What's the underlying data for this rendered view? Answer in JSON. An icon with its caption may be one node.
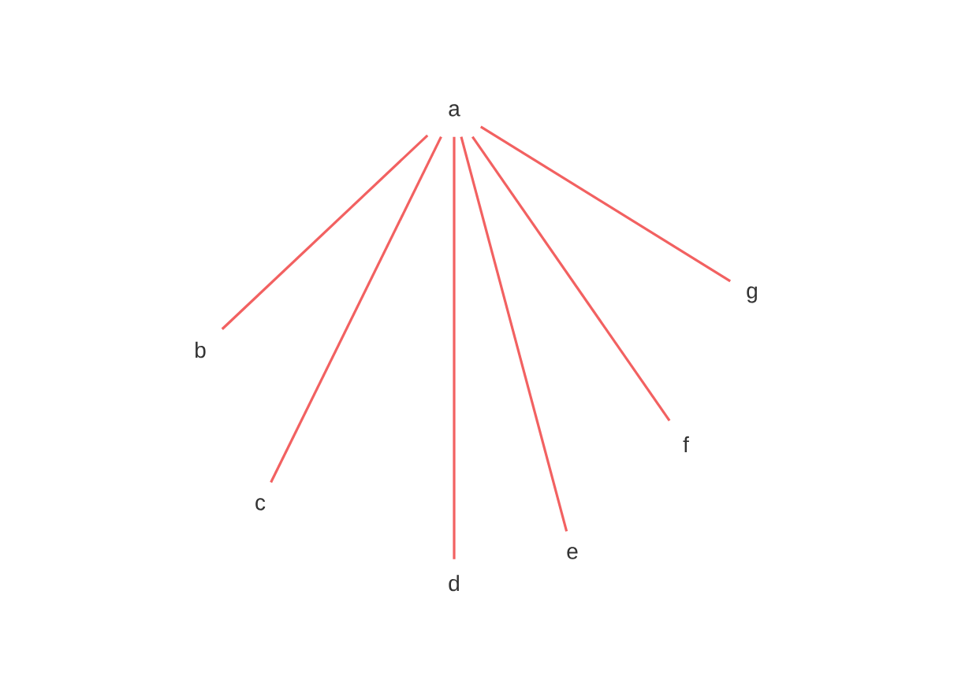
{
  "diagram": {
    "nodes": [
      {
        "text": [
          "a"
        ]
      },
      {
        "text": [
          "b"
        ]
      },
      {
        "text": [
          "c"
        ]
      },
      {
        "text": [
          "d"
        ]
      },
      {
        "text": [
          "e"
        ]
      },
      {
        "text": [
          "f"
        ]
      },
      {
        "text": [
          "g"
        ]
      }
    ],
    "edges": [
      {
        "from": 0,
        "to": 1,
        "arrow": "none"
      },
      {
        "from": 0,
        "to": 2,
        "arrow": "none"
      },
      {
        "from": 0,
        "to": 3,
        "arrow": "none"
      },
      {
        "from": 0,
        "to": 4,
        "arrow": "none"
      },
      {
        "from": 0,
        "to": 5,
        "arrow": "none"
      },
      {
        "from": 0,
        "to": 6,
        "arrow": "none"
      }
    ]
  }
}
